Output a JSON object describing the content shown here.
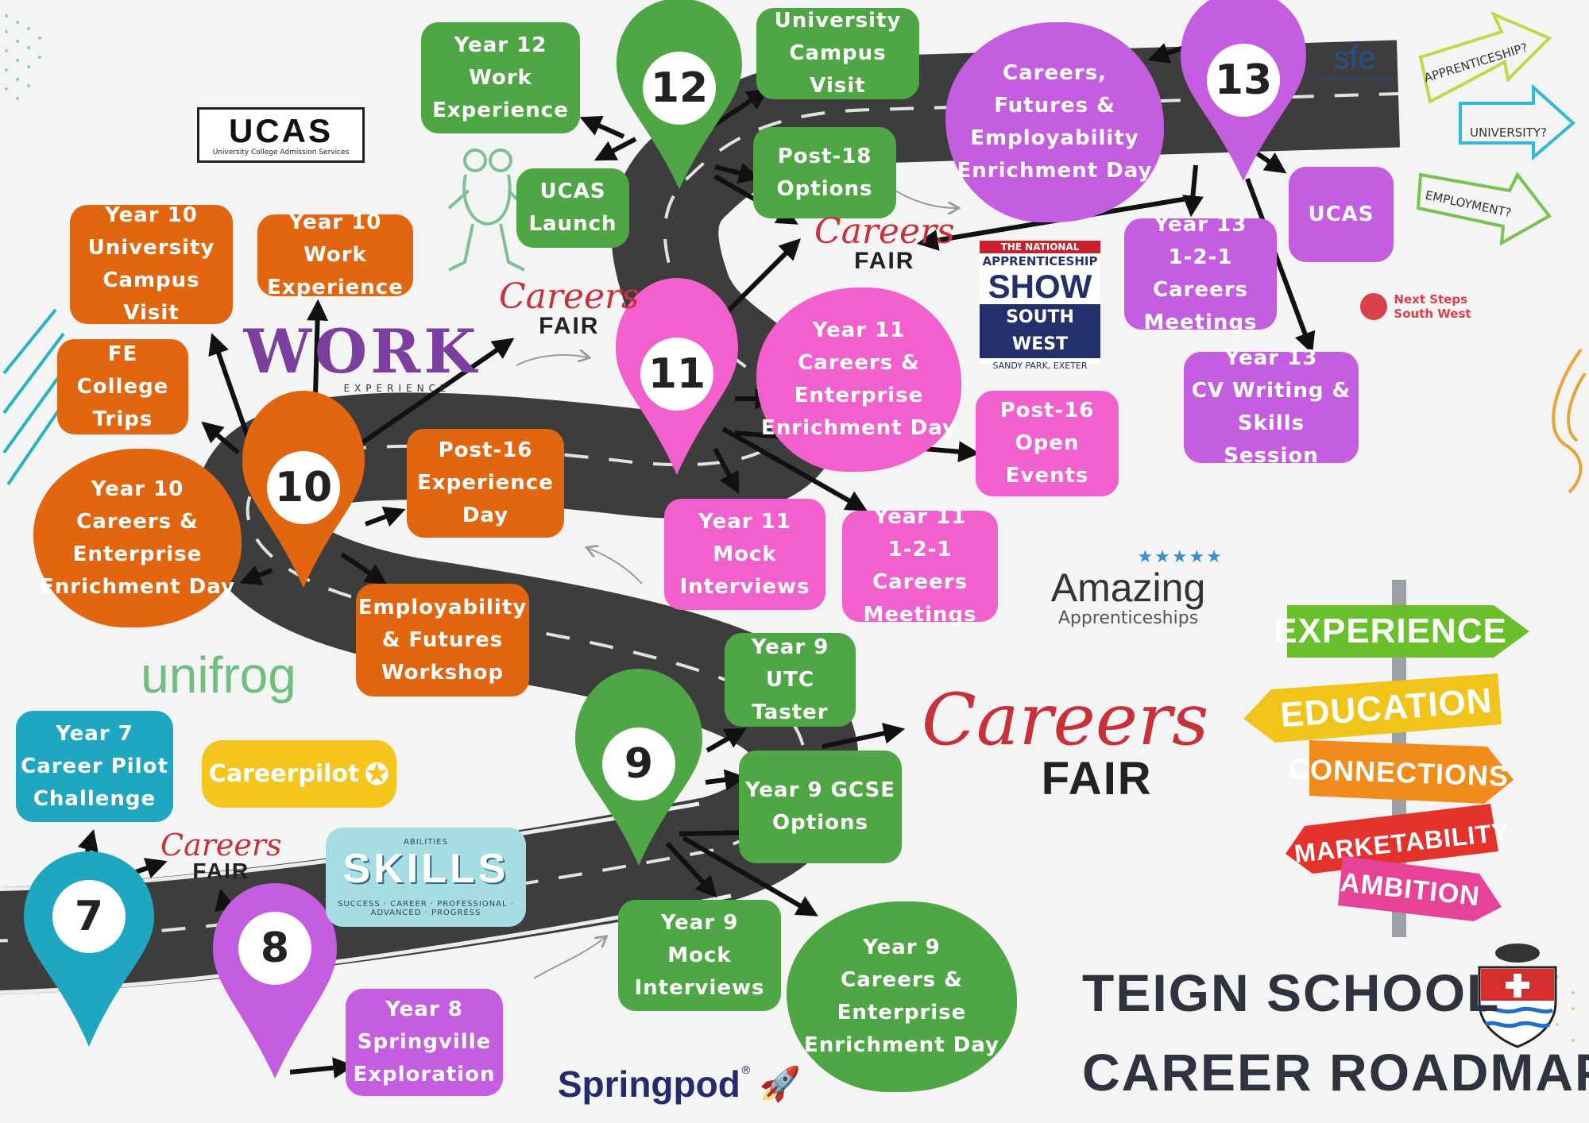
{
  "title": {
    "line1": "TEIGN SCHOOL",
    "line2": "CAREER ROADMAP"
  },
  "colors": {
    "year7": "#1fa6c0",
    "year8": "#c45de0",
    "year9": "#4ea645",
    "year10": "#e2650f",
    "year11": "#f160cc",
    "year12": "#4ea645",
    "year13": "#c45de0",
    "road": "#444444",
    "text": "#2f3340"
  },
  "pins": {
    "y7": "7",
    "y8": "8",
    "y9": "9",
    "y10": "10",
    "y11": "11",
    "y12": "12",
    "y13": "13"
  },
  "year7": {
    "career_pilot": "Year 7\nCareer Pilot\nChallenge"
  },
  "year8": {
    "springville": "Year 8\nSpringville\nExploration"
  },
  "year9": {
    "utc_taster": "Year 9\nUTC Taster",
    "gcse_options": "Year 9 GCSE\nOptions",
    "mock_interviews": "Year 9\nMock\nInterviews",
    "enrichment_day": "Year 9\nCareers &\nEnterprise\nEnrichment Day"
  },
  "year10": {
    "university_visit": "Year 10\nUniversity\nCampus Visit",
    "work_experience": "Year 10 Work\nExperience",
    "fe_trips": "FE\nCollege\nTrips",
    "enrichment_day": "Year 10\nCareers &\nEnterprise\nEnrichment Day",
    "post16_experience": "Post-16\nExperience\nDay",
    "employability_workshop": "Employability\n& Futures\nWorkshop"
  },
  "year11": {
    "enrichment_day": "Year 11\nCareers &\nEnterprise\nEnrichment Day",
    "post16_open_events": "Post-16\nOpen\nEvents",
    "mock_interviews": "Year 11\nMock\nInterviews",
    "careers_meetings": "Year 11\n1-2-1 Careers\nMeetings"
  },
  "year12": {
    "work_experience": "Year 12 Work\nExperience",
    "university_visit": "University\nCampus Visit",
    "post18_options": "Post-18\nOptions",
    "ucas_launch": "UCAS\nLaunch"
  },
  "year13": {
    "enrichment_day": "Careers,\nFutures &\nEmployability\nEnrichment Day",
    "ucas": "UCAS",
    "careers_meetings": "Year 13\n1-2-1 Careers\nMeetings",
    "cv_session": "Year 13\nCV Writing &\nSkills Session"
  },
  "careers_fair": {
    "script": "Careers",
    "word": "FAIR"
  },
  "logos": {
    "ucas": "UCAS",
    "ucas_sub": "University College Admission Services",
    "work": "WORK",
    "work_sub": "EXPERIENCE",
    "unifrog": "unifrog",
    "careerpilot": "Careerpilot",
    "skills": "SKILLS",
    "skills_words": [
      "ABILITIES",
      "SUCCESS",
      "CAREER",
      "PROFESSIONAL",
      "ADVANCED",
      "PROGRESS"
    ],
    "springpod": "Springpod",
    "springpod_mark": "®",
    "amazing": "Amazing",
    "amazing_sub": "Apprenticeships",
    "sfe": "sfe",
    "sfe_sub": "student finance england",
    "next_steps": "Next Steps\nSouth West",
    "nas_top": "THE NATIONAL",
    "nas_mid": "APPRENTICESHIP",
    "nas_show": "SHOW",
    "nas_region": "SOUTH WEST",
    "nas_venue": "SANDY PARK, EXETER"
  },
  "questions": [
    "APPRENTICESHIP?",
    "UNIVERSITY?",
    "EMPLOYMENT?"
  ],
  "signpost": [
    "EXPERIENCE",
    "EDUCATION",
    "CONNECTIONS",
    "MARKETABILITY",
    "AMBITION"
  ]
}
